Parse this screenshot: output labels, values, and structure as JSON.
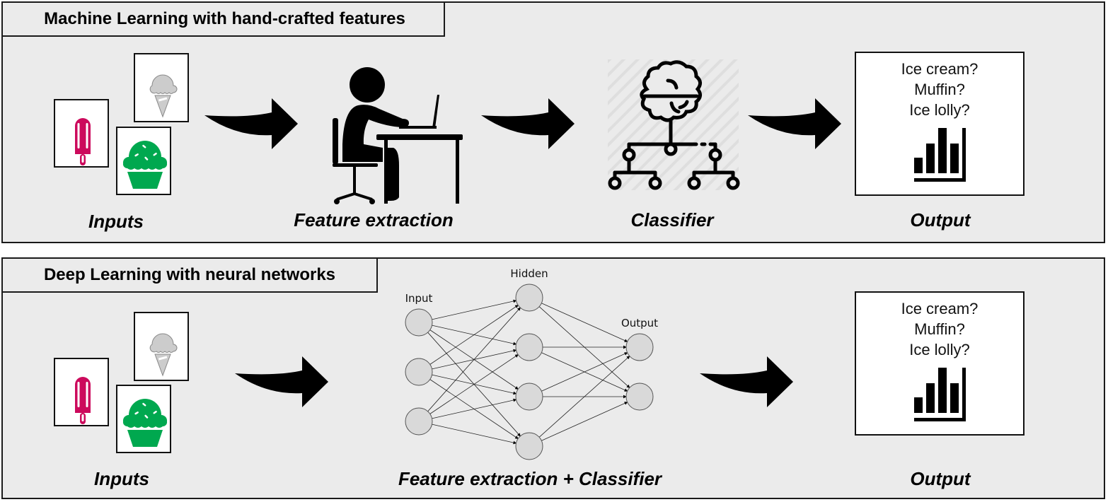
{
  "panels": [
    {
      "id": "ml",
      "title": "Machine Learning with hand-crafted features",
      "stages": [
        {
          "label": "Inputs",
          "icon": "food-images-icon"
        },
        {
          "label": "Feature extraction",
          "icon": "person-at-laptop-icon"
        },
        {
          "label": "Classifier",
          "icon": "brain-decision-tree-icon"
        },
        {
          "label": "Output",
          "icon": "bar-chart-icon"
        }
      ],
      "output_lines": [
        "Ice cream?",
        "Muffin?",
        "Ice lolly?"
      ]
    },
    {
      "id": "dl",
      "title": "Deep Learning with neural networks",
      "stages": [
        {
          "label": "Inputs",
          "icon": "food-images-icon"
        },
        {
          "label": "Feature extraction + Classifier",
          "icon": "neural-network-icon"
        },
        {
          "label": "Output",
          "icon": "bar-chart-icon"
        }
      ],
      "output_lines": [
        "Ice cream?",
        "Muffin?",
        "Ice lolly?"
      ],
      "network": {
        "layers": [
          {
            "name": "Input",
            "nodes": 3
          },
          {
            "name": "Hidden",
            "nodes": 4
          },
          {
            "name": "Output",
            "nodes": 2
          }
        ]
      }
    }
  ],
  "inputs": [
    {
      "name": "ice-lolly",
      "color": "#cc0a5c"
    },
    {
      "name": "ice-cream",
      "color": "#cccccc"
    },
    {
      "name": "muffin",
      "color": "#00a84f"
    }
  ],
  "colors": {
    "panel_bg": "#ebebeb",
    "border": "#1a1a1a",
    "node_fill": "#d9d9d9"
  }
}
